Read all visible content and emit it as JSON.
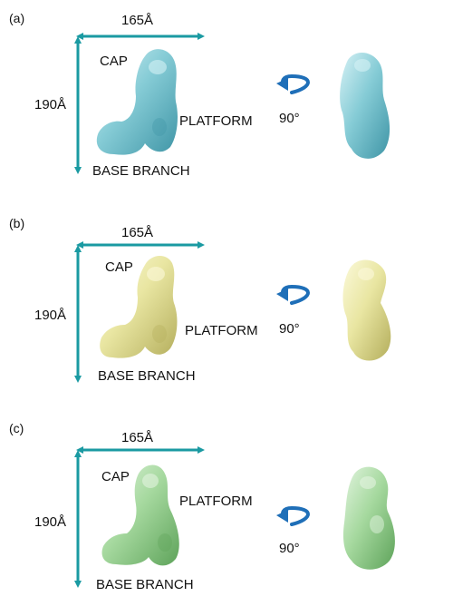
{
  "panels": [
    {
      "letter": "(a)",
      "width_label": "165Å",
      "height_label": "190Å",
      "label_cap": "CAP",
      "label_platform": "PLATFORM",
      "label_base": "BASE BRANCH",
      "rotation_label": "90°",
      "color_fill": "#86ccd6",
      "color_shade": "#3f95a6",
      "color_hi": "#d6f1f5"
    },
    {
      "letter": "(b)",
      "width_label": "165Å",
      "height_label": "190Å",
      "label_cap": "CAP",
      "label_platform": "PLATFORM",
      "label_base": "BASE BRANCH",
      "rotation_label": "90°",
      "color_fill": "#e9e6a2",
      "color_shade": "#b4ae5c",
      "color_hi": "#fbf9da"
    },
    {
      "letter": "(c)",
      "width_label": "165Å",
      "height_label": "190Å",
      "label_cap": "CAP",
      "label_platform": "PLATFORM",
      "label_base": "BASE BRANCH",
      "rotation_label": "90°",
      "color_fill": "#a6d99f",
      "color_shade": "#5ea35a",
      "color_hi": "#e2f4df"
    }
  ],
  "colors": {
    "arrow": "#1a9aa2",
    "rotate_arrow": "#1f6fb8"
  }
}
